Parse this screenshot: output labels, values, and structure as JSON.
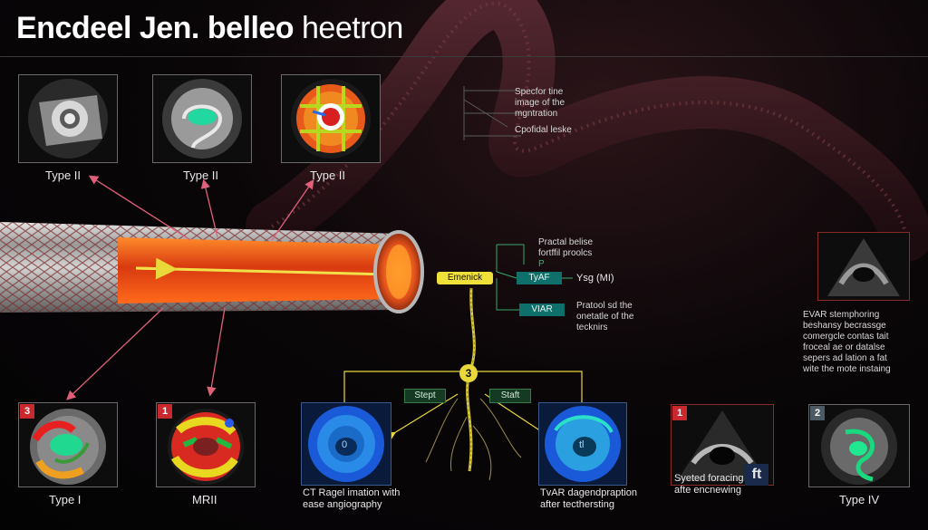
{
  "title": {
    "bold": "Encdeel Jen. belleo",
    "light": "heetron"
  },
  "top_panels": [
    {
      "label": "Type II"
    },
    {
      "label": "Type II"
    },
    {
      "label": "Type II"
    }
  ],
  "bottom_panels": [
    {
      "badge": "3",
      "label": "Type I"
    },
    {
      "badge": "1",
      "label": "MRII"
    }
  ],
  "legend_note": {
    "line1": "Specfor tine",
    "line2": "image of the",
    "line3": "mgntration",
    "line4": "Cpofidal leske"
  },
  "flow": {
    "top_note": {
      "line1": "Practal belise",
      "line2": "fortffil proolcs",
      "line3": "P"
    },
    "emenick": "Emenick",
    "tyaf": "TyAF",
    "ysg": "Ysg (MI)",
    "viar": "VIAR",
    "right_note": {
      "line1": "Pratool sd the",
      "line2": "onetatle of the",
      "line3": "tecknirs"
    },
    "node": "3",
    "stept": "Stept",
    "staft": "Staft"
  },
  "blue_panels": [
    {
      "glyph": "0",
      "caption1": "CT Ragel imation with",
      "caption2": "ease angiography"
    },
    {
      "glyph": "tl",
      "caption1": "TvAR dagendpraption",
      "caption2": "after tecthersting"
    }
  ],
  "evar": {
    "line1": "EVAR stemphoring",
    "line2": "beshansy becrassge",
    "line3": "comergcle contas tait",
    "line4": "froceal ae or datalse",
    "line5": "sepers ad lation a fat",
    "line6": "wite the mote instaing"
  },
  "ultra_panel": {
    "badge": "1",
    "caption1": "Syeted foracing",
    "caption2": "afte encnewing",
    "logo": "ft"
  },
  "type4_panel": {
    "badge": "2",
    "label": "Type IV"
  }
}
